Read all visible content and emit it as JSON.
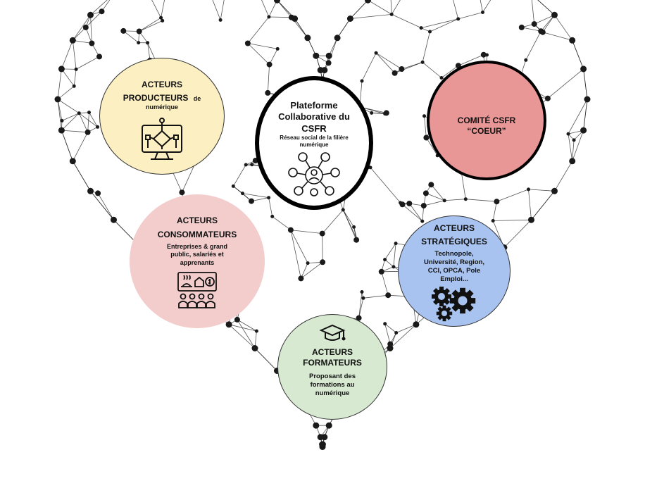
{
  "colors": {
    "producteurs": "#fcefc2",
    "plateforme": "#ffffff",
    "comite": "#e99696",
    "consommateurs": "#f3cccc",
    "strategiques": "#a9c3f0",
    "formateurs": "#d7e9d1",
    "network": "#1a1a1a"
  },
  "producteurs": {
    "title1": "ACTEURS",
    "title2": "PRODUCTEURS",
    "title2_small": "de",
    "title3": "numérique",
    "icon": "computer-circuit-icon"
  },
  "plateforme": {
    "title1": "Plateforme",
    "title2": "Collaborative du",
    "title3": "CSFR",
    "sub1": "Réseau social de la filière",
    "sub2": "numérique",
    "icon": "social-network-icon"
  },
  "comite": {
    "title1": "COMITÉ CSFR",
    "title2": "“COEUR”"
  },
  "consommateurs": {
    "title1": "ACTEURS",
    "title2": "CONSOMMATEURS",
    "sub1": "Entreprises & grand",
    "sub2": "public, salariés et",
    "sub3": "apprenants",
    "icon": "consumers-icon"
  },
  "strategiques": {
    "title1": "ACTEURS",
    "title2": "STRATÉGIQUES",
    "sub1": "Technopole,",
    "sub2": "Université, Region,",
    "sub3": "CCI, OPCA, Pole",
    "sub4": "Emploi...",
    "icon": "gears-icon"
  },
  "formateurs": {
    "title1": "ACTEURS",
    "title2": "FORMATEURS",
    "sub1": "Proposant  des",
    "sub2": "formations au",
    "sub3": "numérique",
    "icon": "graduation-cap-icon"
  }
}
